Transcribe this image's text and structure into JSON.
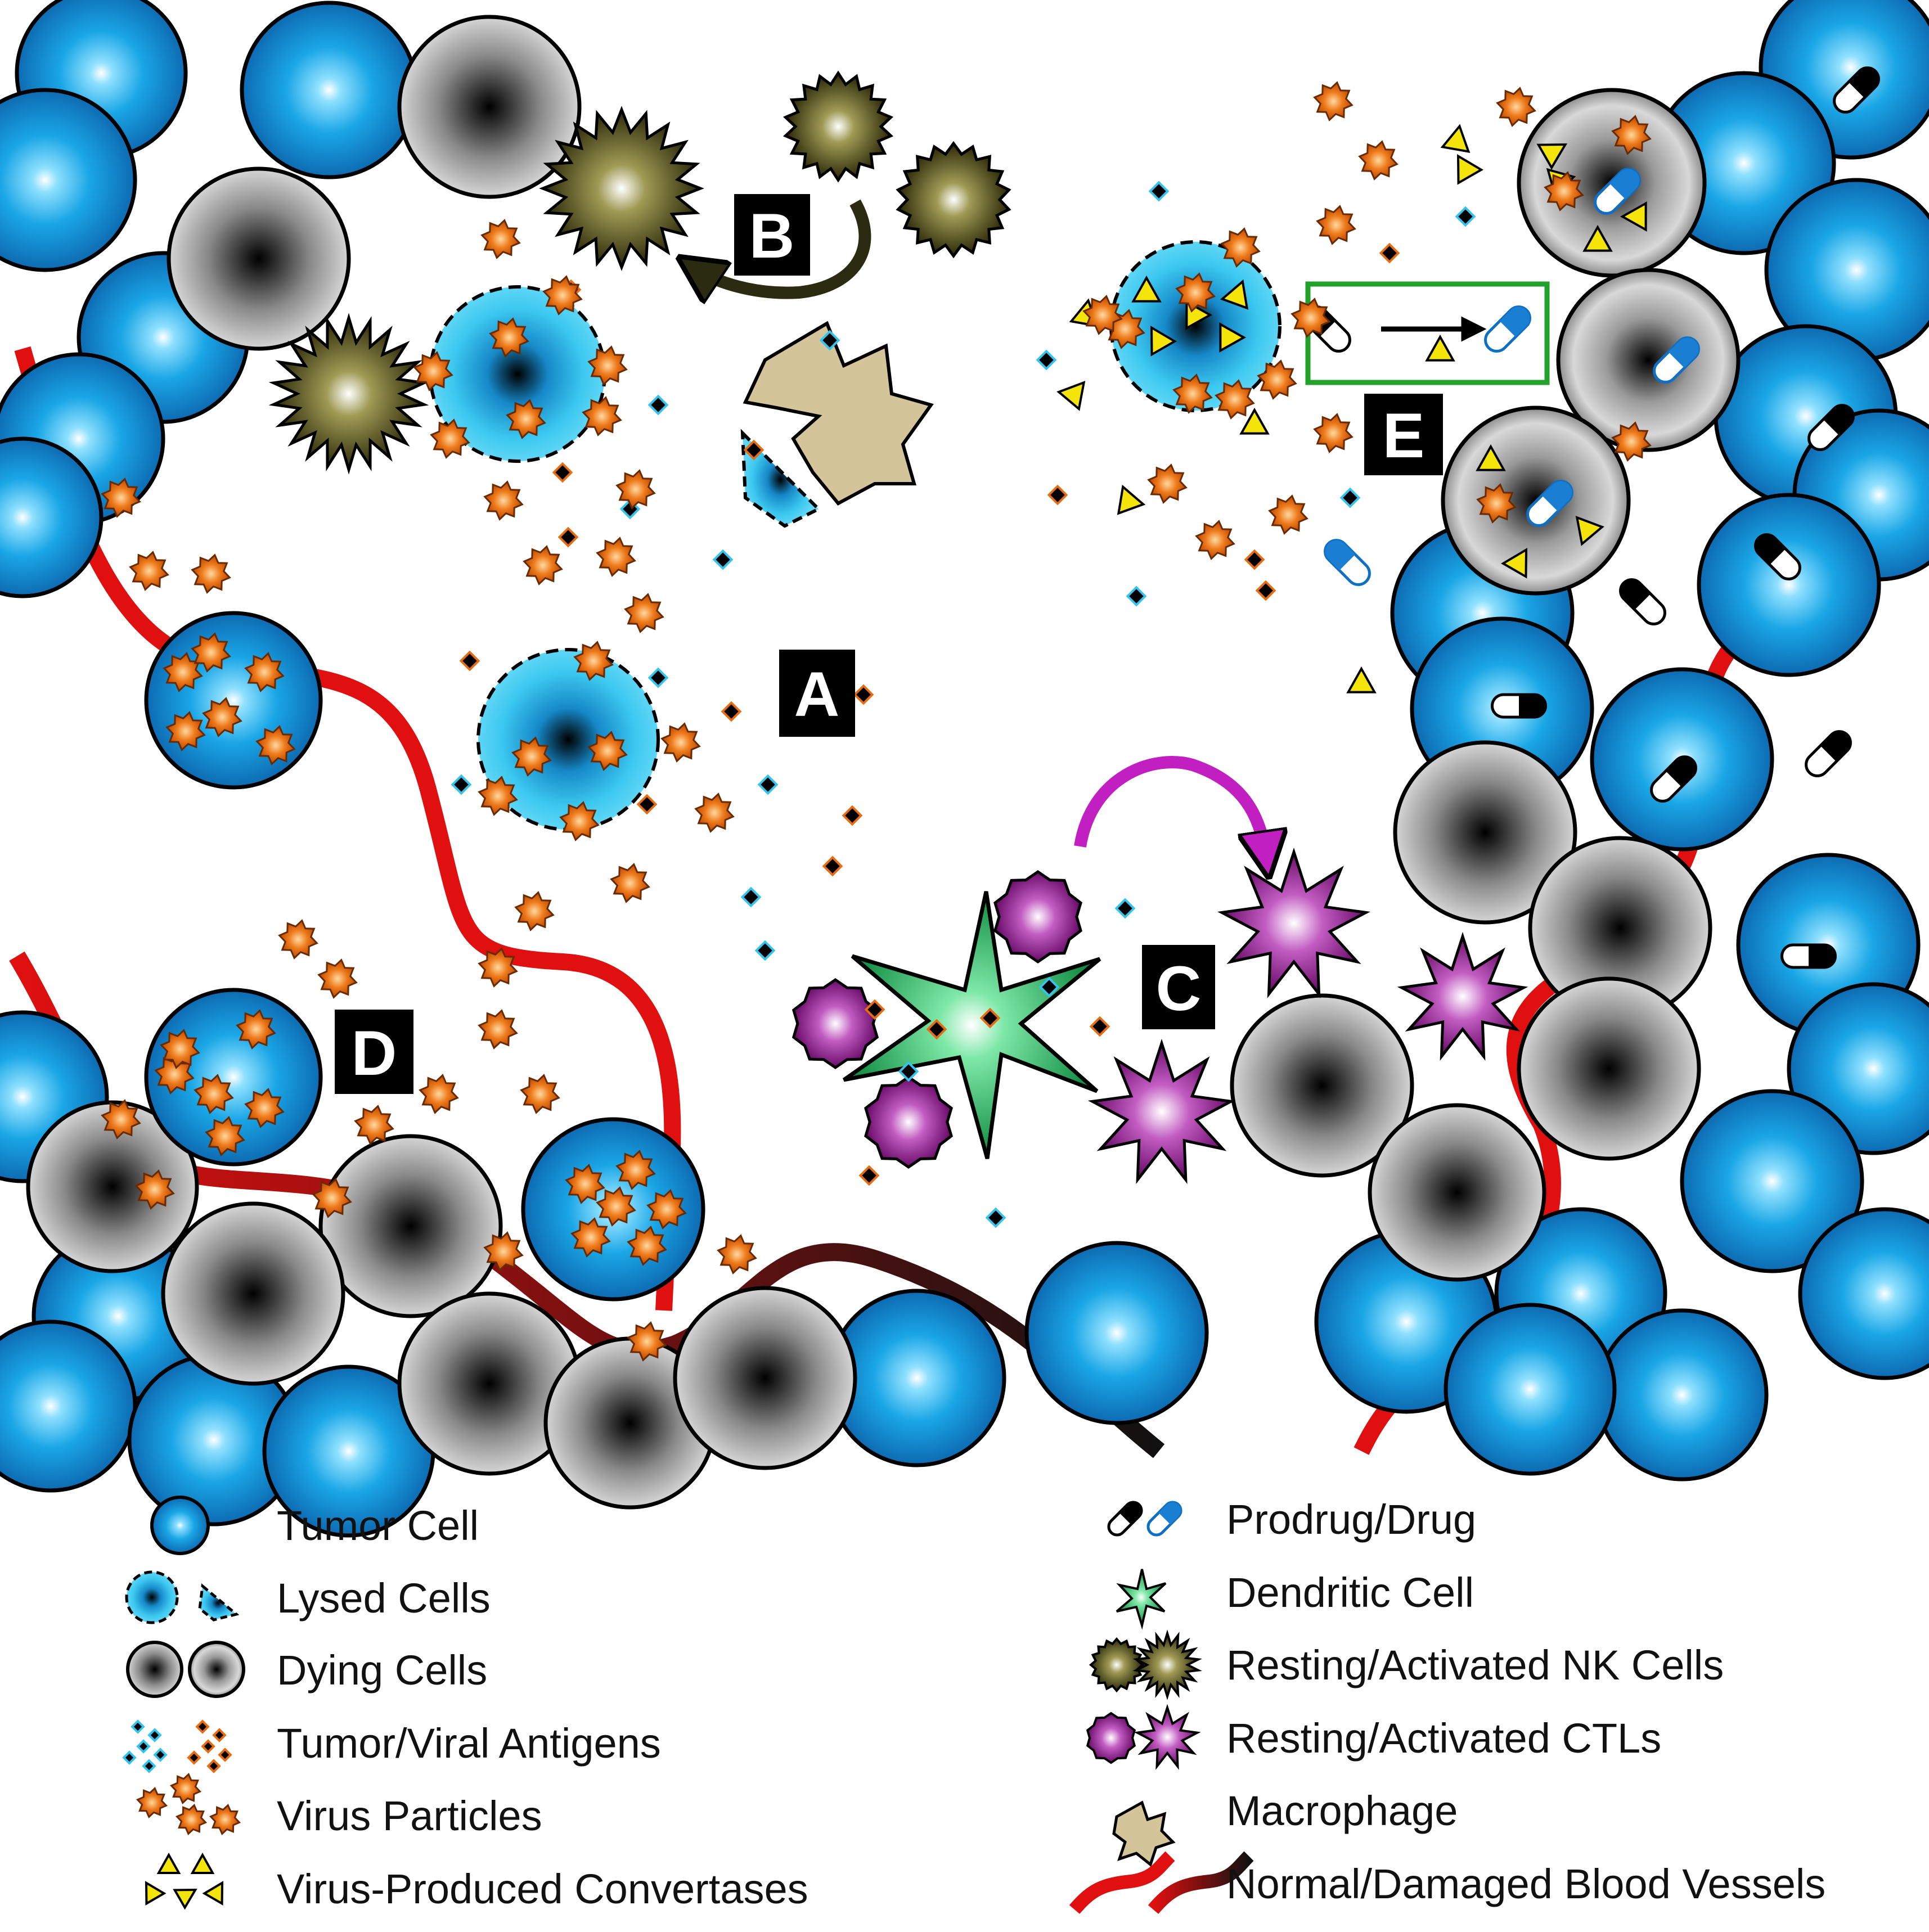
{
  "panel_labels": {
    "a": "A",
    "b": "B",
    "c": "C",
    "d": "D",
    "e": "E"
  },
  "legend": {
    "left": [
      {
        "label": "Tumor Cell",
        "icon": "tumor-cell-icon"
      },
      {
        "label": "Lysed Cells",
        "icon": "lysed-cells-icon"
      },
      {
        "label": "Dying Cells",
        "icon": "dying-cells-icon"
      },
      {
        "label": "Tumor/Viral Antigens",
        "icon": "antigens-icon"
      },
      {
        "label": "Virus Particles",
        "icon": "virus-particles-icon"
      },
      {
        "label": "Virus-Produced Convertases",
        "icon": "convertases-icon"
      }
    ],
    "right": [
      {
        "label": "Prodrug/Drug",
        "icon": "prodrug-drug-icon"
      },
      {
        "label": "Dendritic Cell",
        "icon": "dendritic-cell-icon"
      },
      {
        "label": "Resting/Activated NK Cells",
        "icon": "nk-cells-icon"
      },
      {
        "label": "Resting/Activated CTLs",
        "icon": "ctl-icon"
      },
      {
        "label": "Macrophage",
        "icon": "macrophage-icon"
      },
      {
        "label": "Normal/Damaged Blood Vessels",
        "icon": "blood-vessels-icon"
      }
    ]
  },
  "colors": {
    "tumor": "#1a8fd4",
    "lysed": "#35c4ee",
    "virus": "#e86c12",
    "nk": "#3d3a10",
    "ctl": "#8a1a8a",
    "dendritic": "#1fa85a",
    "macrophage": "#d4c49a",
    "vessel": "#e01010",
    "damaged_vessel": "#111111",
    "convertase": "#f5e40a",
    "green_box": "#22a22a"
  }
}
